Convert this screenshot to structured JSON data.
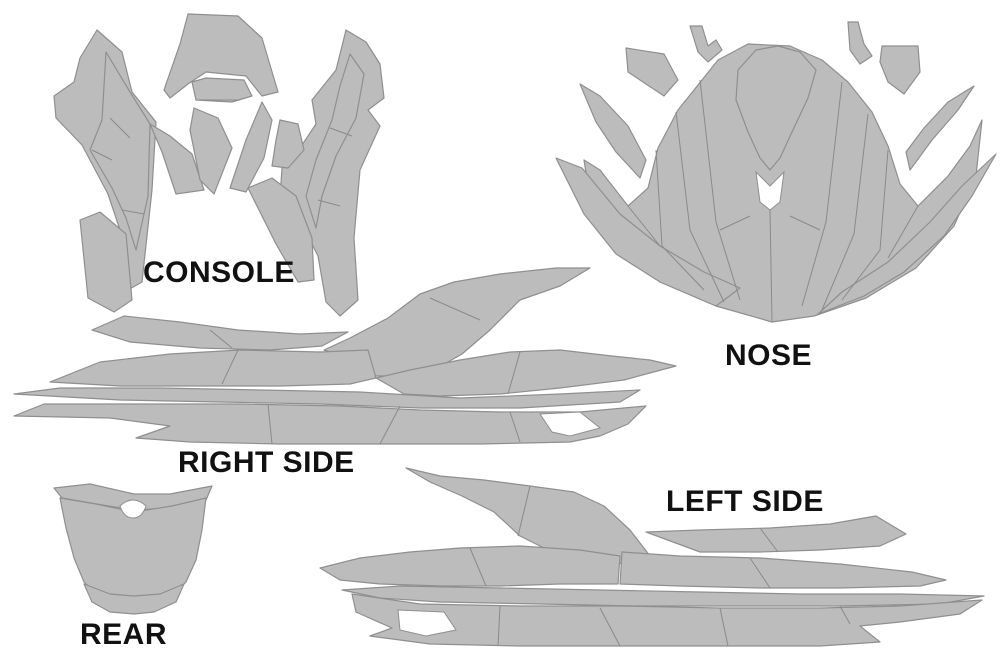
{
  "sections": {
    "console": {
      "label": "CONSOLE"
    },
    "nose": {
      "label": "NOSE"
    },
    "right_side": {
      "label": "RIGHT SIDE"
    },
    "left_side": {
      "label": "LEFT SIDE"
    },
    "rear": {
      "label": "REAR"
    }
  },
  "colors": {
    "panel_fill": "#bcbcbc",
    "panel_stroke": "#8f8f8f",
    "label_text": "#111111",
    "background": "#ffffff"
  }
}
